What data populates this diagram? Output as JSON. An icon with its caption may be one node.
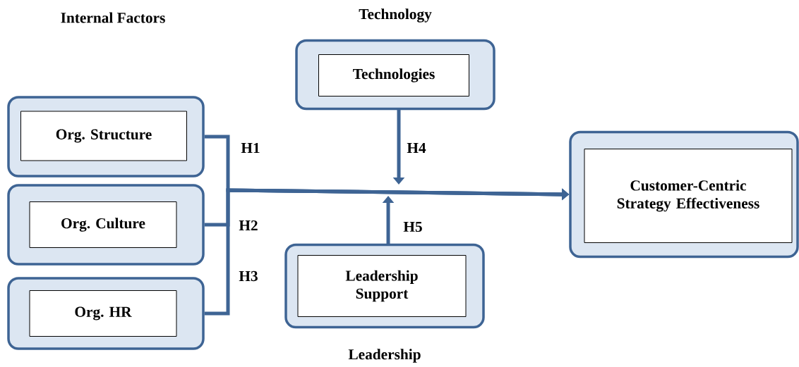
{
  "diagram": {
    "nodes": [
      {
        "text": [],
        "shape": "box"
      },
      {
        "text": [
          "Org. Structure"
        ],
        "in": 0
      },
      {
        "text": [],
        "shape": "box"
      },
      {
        "text": [
          "Org. Culture"
        ],
        "in": 2
      },
      {
        "text": [],
        "shape": "box"
      },
      {
        "text": [
          "Org. HR"
        ],
        "in": 4
      },
      {
        "text": [
          "Technology"
        ]
      },
      {
        "text": [
          "Technologies"
        ],
        "in": 6
      },
      {
        "text": [
          "Leadership"
        ]
      },
      {
        "text": [
          "Leadership Support"
        ],
        "in": 8
      },
      {
        "text": [],
        "shape": "box"
      },
      {
        "text": [
          "Customer-Centric Strategy Effectiveness"
        ],
        "in": 10
      }
    ],
    "edges": [
      {
        "from": 0,
        "to": 10,
        "arrow": "to",
        "label": "H1"
      },
      {
        "from": 2,
        "to": 10,
        "arrow": "to",
        "label": "H2"
      },
      {
        "from": 4,
        "to": 10,
        "arrow": "to",
        "label": "H3"
      },
      {
        "from": 6,
        "to": null,
        "arrow": "to",
        "label": "H4"
      },
      {
        "from": 8,
        "to": null,
        "arrow": "to",
        "label": "H5"
      }
    ],
    "labels": [
      "Internal Factors"
    ]
  }
}
